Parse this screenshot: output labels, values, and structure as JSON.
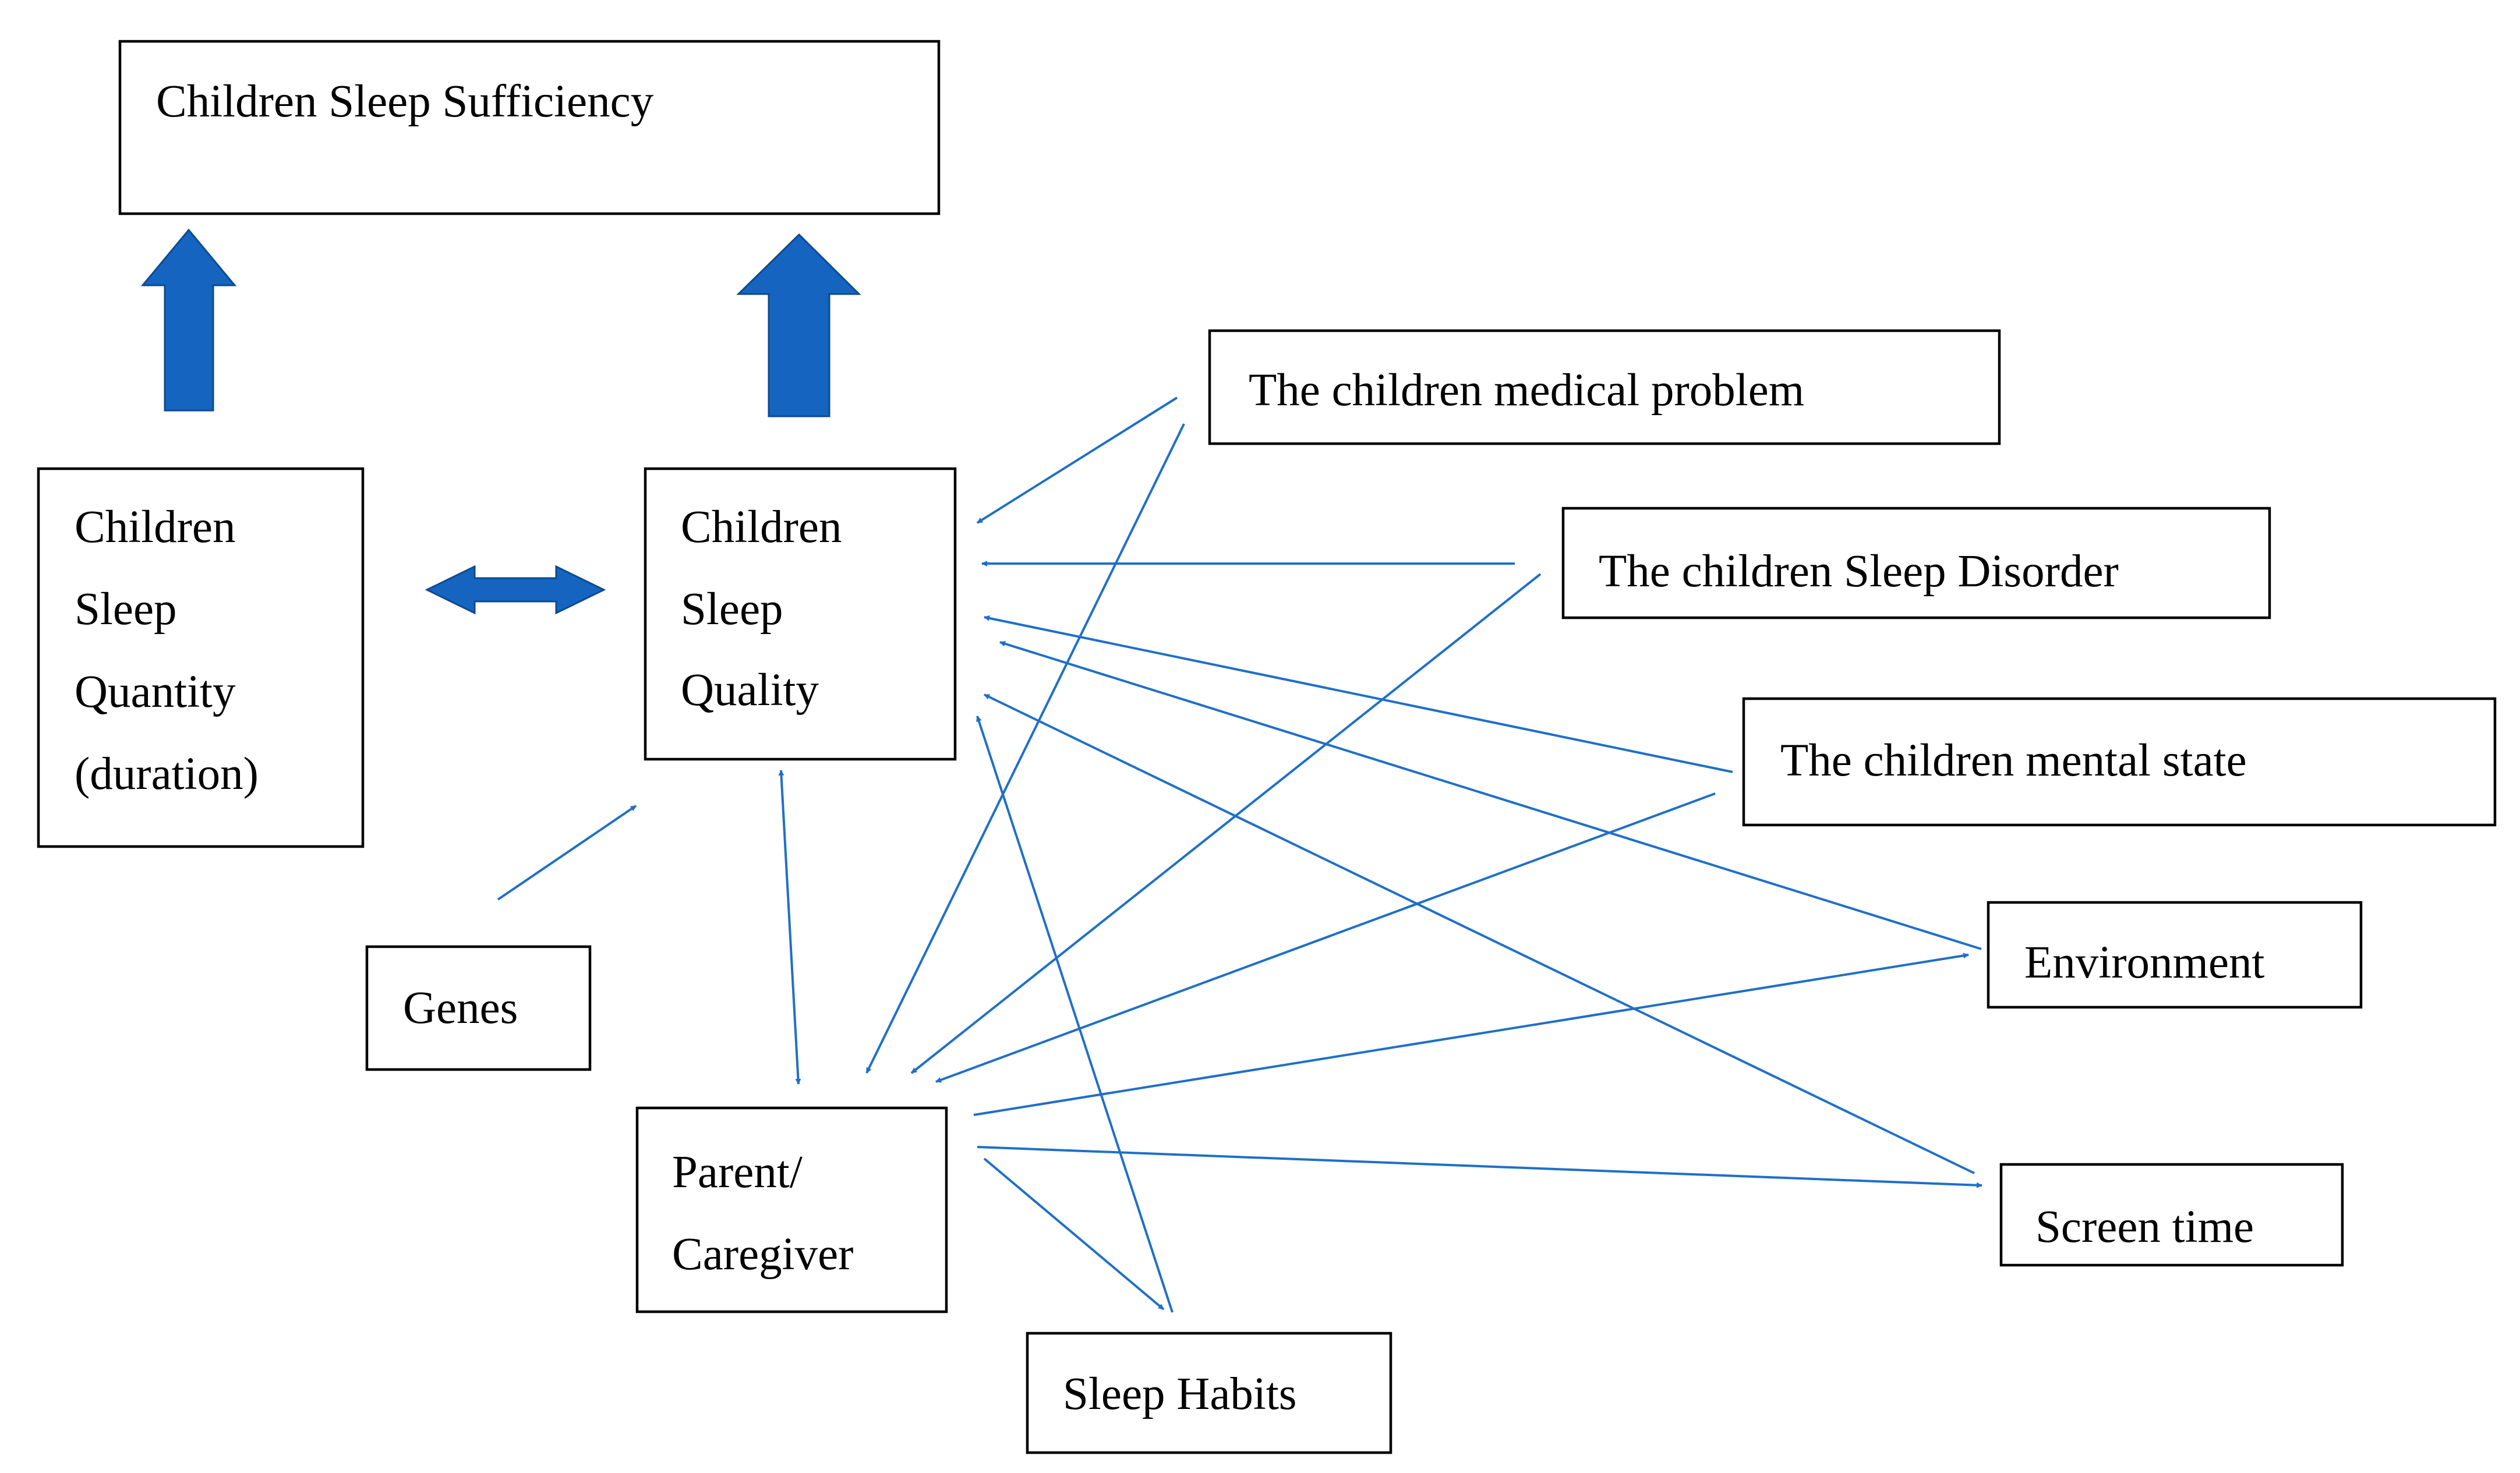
{
  "diagram": {
    "colors": {
      "connector": "#1f6fc8",
      "block_arrow": "#1565c0",
      "box_border": "#000000"
    },
    "nodes": {
      "sufficiency": {
        "lines": [
          "Children Sleep Sufficiency"
        ]
      },
      "quantity": {
        "lines": [
          "Children",
          "Sleep",
          "Quantity",
          "(duration)"
        ]
      },
      "quality": {
        "lines": [
          "Children",
          "Sleep",
          "Quality"
        ]
      },
      "medical": {
        "lines": [
          "The children medical problem"
        ]
      },
      "disorder": {
        "lines": [
          "The children Sleep Disorder"
        ]
      },
      "mental": {
        "lines": [
          "The children mental state"
        ]
      },
      "environment": {
        "lines": [
          "Environment"
        ]
      },
      "screen": {
        "lines": [
          "Screen time"
        ]
      },
      "genes": {
        "lines": [
          "Genes"
        ]
      },
      "parent": {
        "lines": [
          "Parent/",
          "Caregiver"
        ]
      },
      "habits": {
        "lines": [
          "Sleep Habits"
        ]
      }
    },
    "edges": [
      {
        "from": "quantity",
        "to": "sufficiency",
        "style": "block"
      },
      {
        "from": "quality",
        "to": "sufficiency",
        "style": "block"
      },
      {
        "from": "quantity",
        "to": "quality",
        "style": "block-double"
      },
      {
        "from": "medical",
        "to": "quality",
        "style": "line"
      },
      {
        "from": "medical",
        "to": "parent",
        "style": "line"
      },
      {
        "from": "disorder",
        "to": "quality",
        "style": "line"
      },
      {
        "from": "disorder",
        "to": "parent",
        "style": "line"
      },
      {
        "from": "mental",
        "to": "quality",
        "style": "line"
      },
      {
        "from": "mental",
        "to": "parent",
        "style": "line"
      },
      {
        "from": "environment",
        "to": "quality",
        "style": "line"
      },
      {
        "from": "screen",
        "to": "quality",
        "style": "line"
      },
      {
        "from": "habits",
        "to": "quality",
        "style": "line"
      },
      {
        "from": "genes",
        "to": "quality",
        "style": "line"
      },
      {
        "from": "quality",
        "to": "parent",
        "style": "line-double"
      },
      {
        "from": "parent",
        "to": "environment",
        "style": "line"
      },
      {
        "from": "parent",
        "to": "screen",
        "style": "line"
      },
      {
        "from": "parent",
        "to": "habits",
        "style": "line"
      }
    ]
  }
}
